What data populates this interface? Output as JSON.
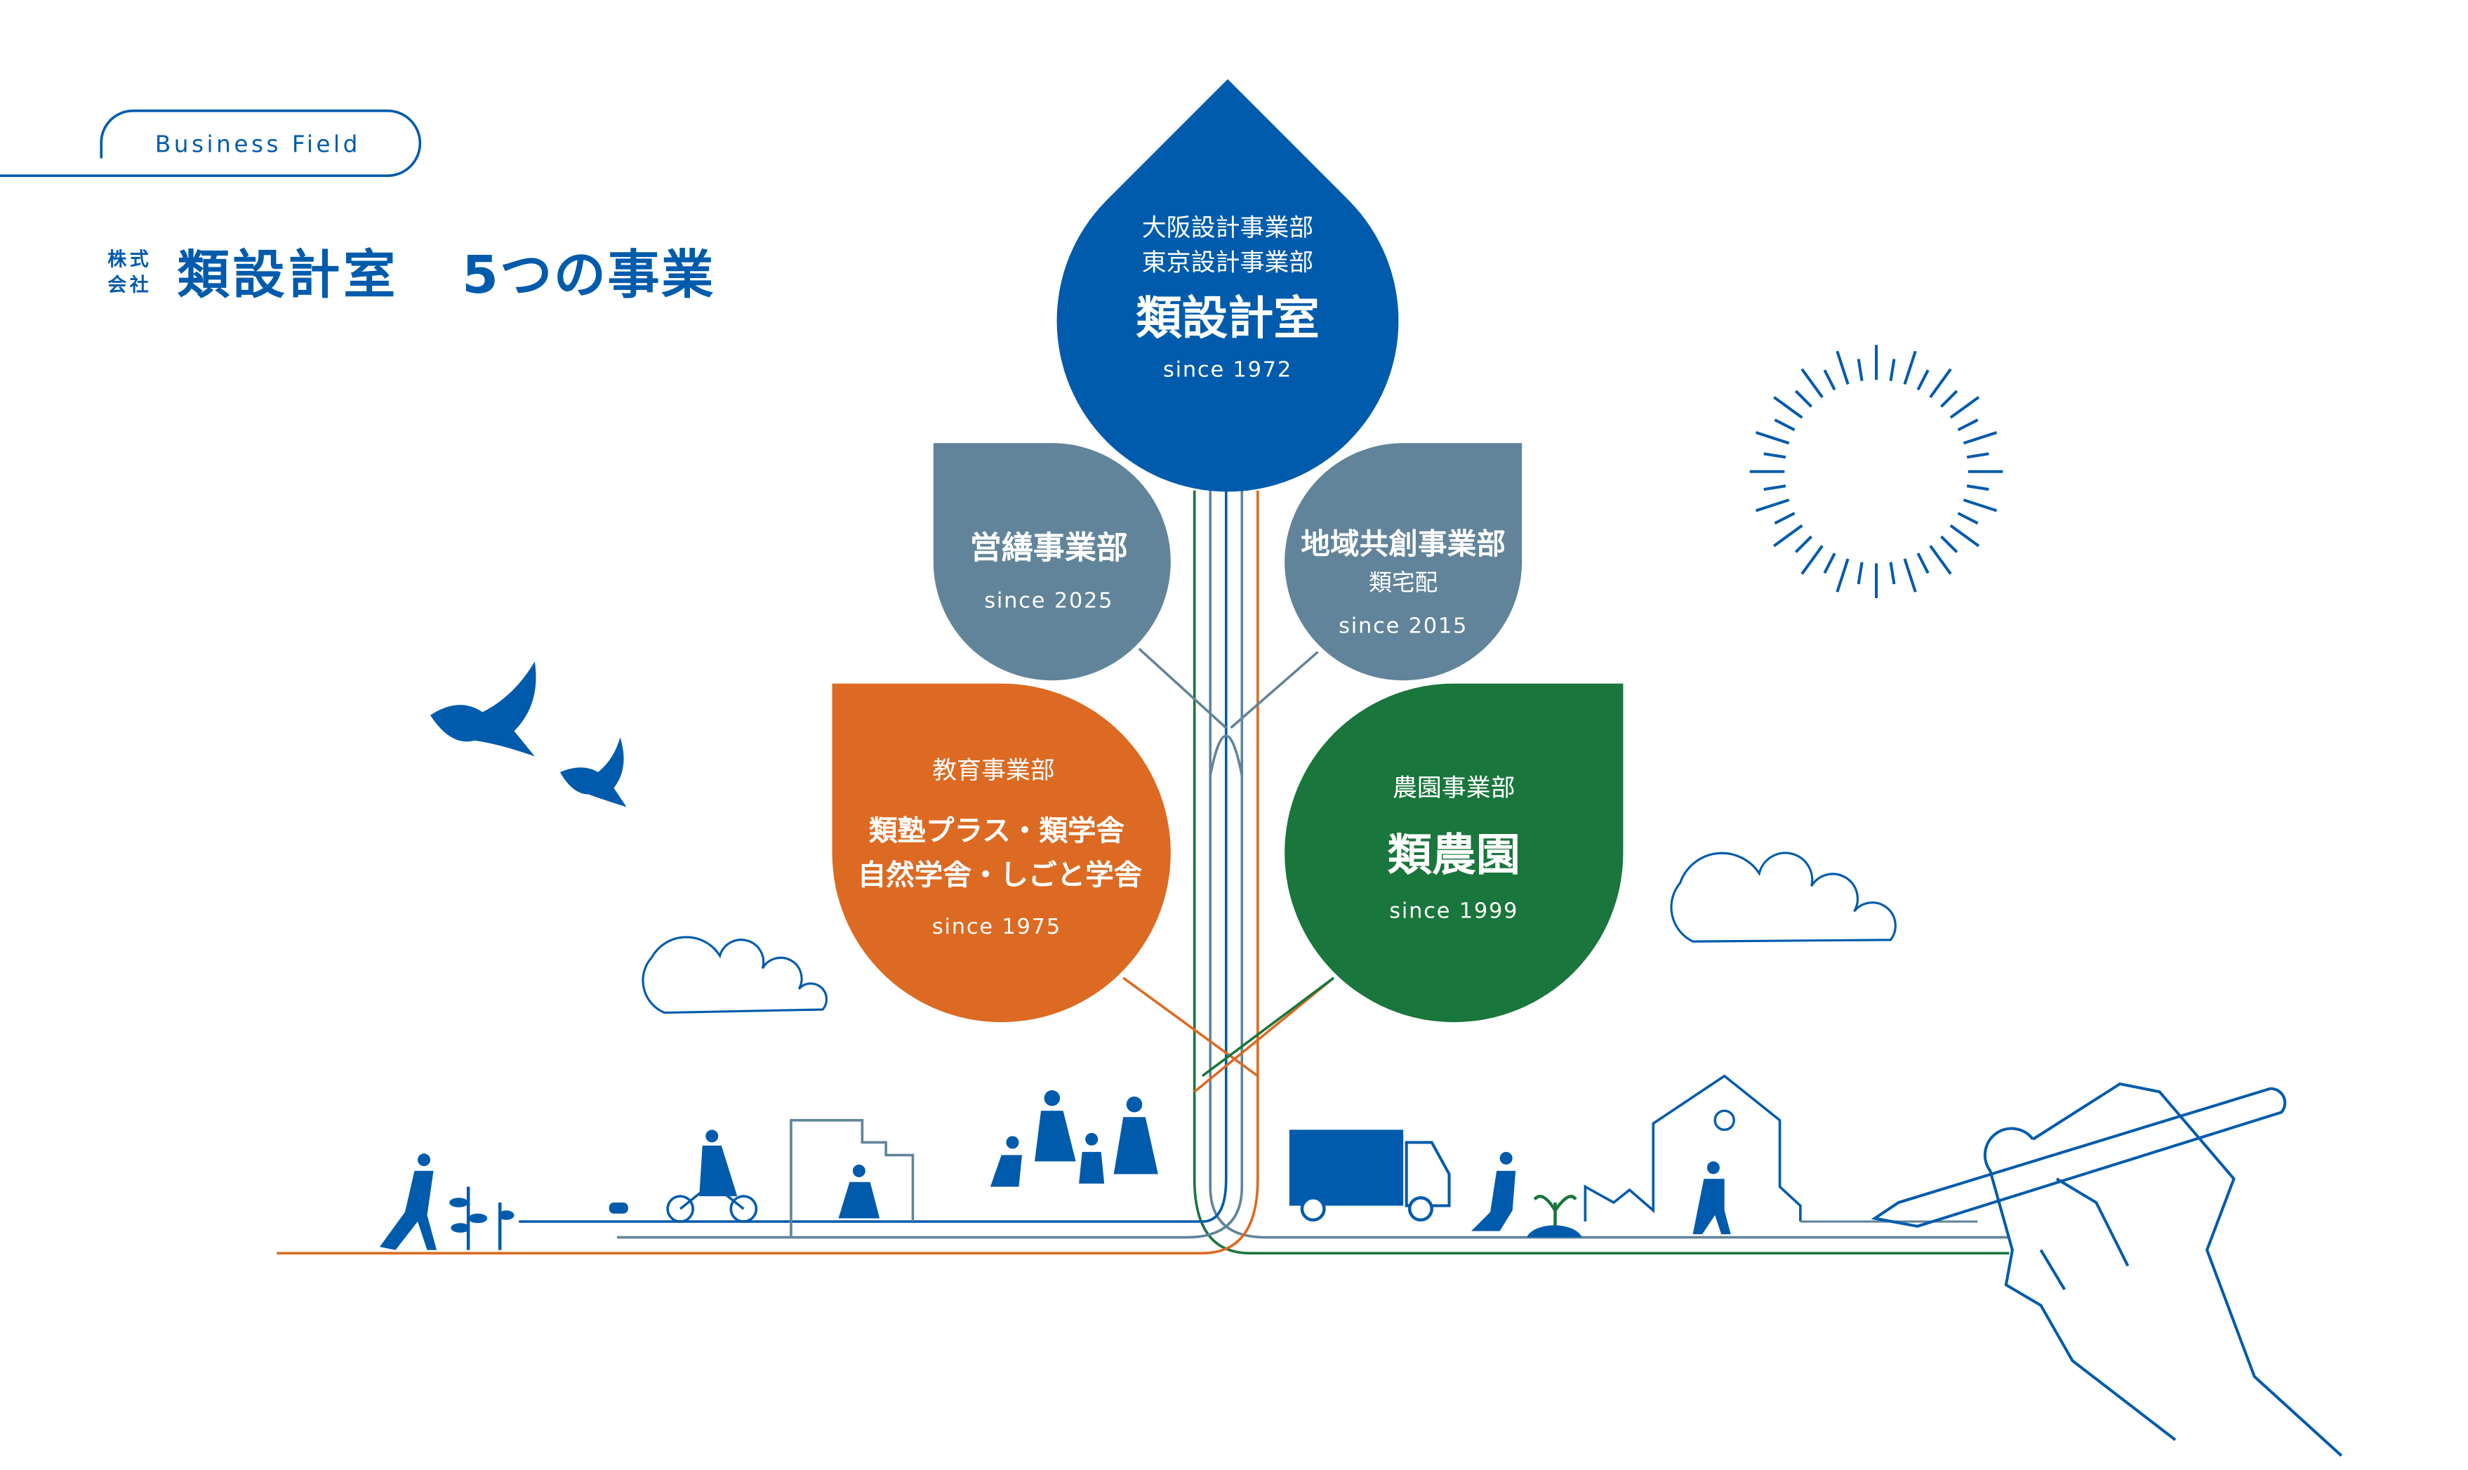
{
  "header": {
    "badge": "Business Field",
    "kabushiki_top": "株式",
    "kabushiki_bottom": "会社",
    "company": "類設計室",
    "subtitle": "5つの事業"
  },
  "colors": {
    "blue": "#005BAC",
    "grey": "#61849A",
    "orange": "#DC6A22",
    "green": "#19763C"
  },
  "divisions": {
    "design": {
      "line1": "大阪設計事業部",
      "line2": "東京設計事業部",
      "name": "類設計室",
      "since": "since 1972"
    },
    "maintenance": {
      "name": "営繕事業部",
      "since": "since 2025"
    },
    "regional": {
      "name": "地域共創事業部",
      "sub": "類宅配",
      "since": "since 2015"
    },
    "education": {
      "dept": "教育事業部",
      "line1": "類塾プラス・類学舎",
      "line2": "自然学舎・しごと学舎",
      "since": "since 1975"
    },
    "farm": {
      "dept": "農園事業部",
      "name": "類農園",
      "since": "since 1999"
    }
  }
}
